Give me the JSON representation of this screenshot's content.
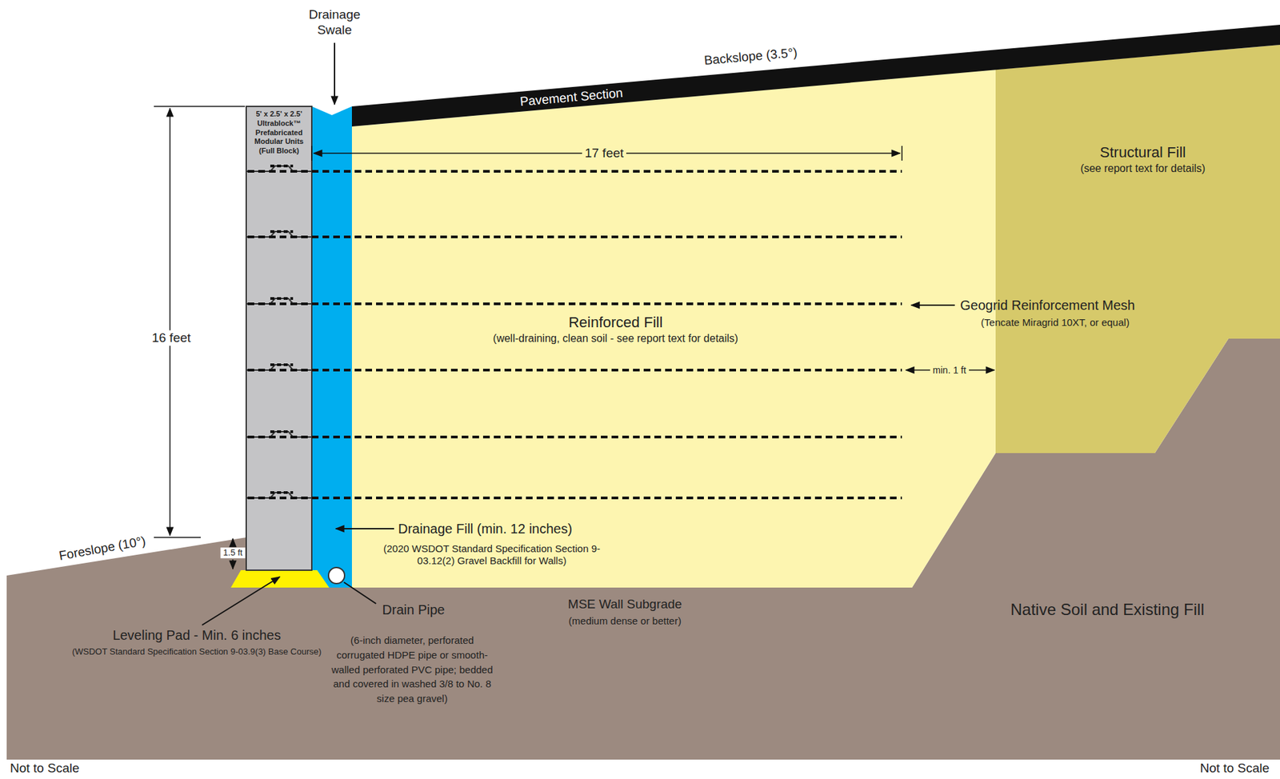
{
  "diagram": {
    "nodes": [
      {
        "text": [
          "5' x 2.5' x 2.5' Ultrablock™ Prefabricated Modular Units (Full Block)"
        ]
      },
      {
        "text": [
          "Reinforced Fill",
          "(well-draining, clean soil - see report text for details)"
        ]
      },
      {
        "text": [
          "Structural Fill",
          "(see report text for details)"
        ]
      },
      {
        "text": [
          "Native Soil and Existing Fill"
        ]
      }
    ],
    "labels": [
      "Drainage Swale",
      "Backslope (3.5°)",
      "Pavement Section",
      "17 feet",
      "16 feet",
      "Geogrid Reinforcement Mesh",
      "(Tencate Miragrid 10XT, or equal)",
      "min. 1 ft",
      "Drainage Fill (min. 12 inches)",
      "(2020 WSDOT Standard Specification Section 9-03.12(2) Gravel Backfill for Walls)",
      "Foreslope (10°)",
      "1.5 ft",
      "Leveling Pad - Min. 6 inches",
      "(WSDOT Standard Specification Section 9-03.9(3) Base Course)",
      "Drain Pipe",
      "(6-inch diameter, perforated corrugated HDPE pipe or smooth-walled perforated PVC pipe; bedded and covered in washed 3/8 to No. 8 size pea gravel)",
      "MSE Wall Subgrade",
      "(medium dense or better)",
      "Not to Scale",
      "Not to Scale"
    ]
  }
}
